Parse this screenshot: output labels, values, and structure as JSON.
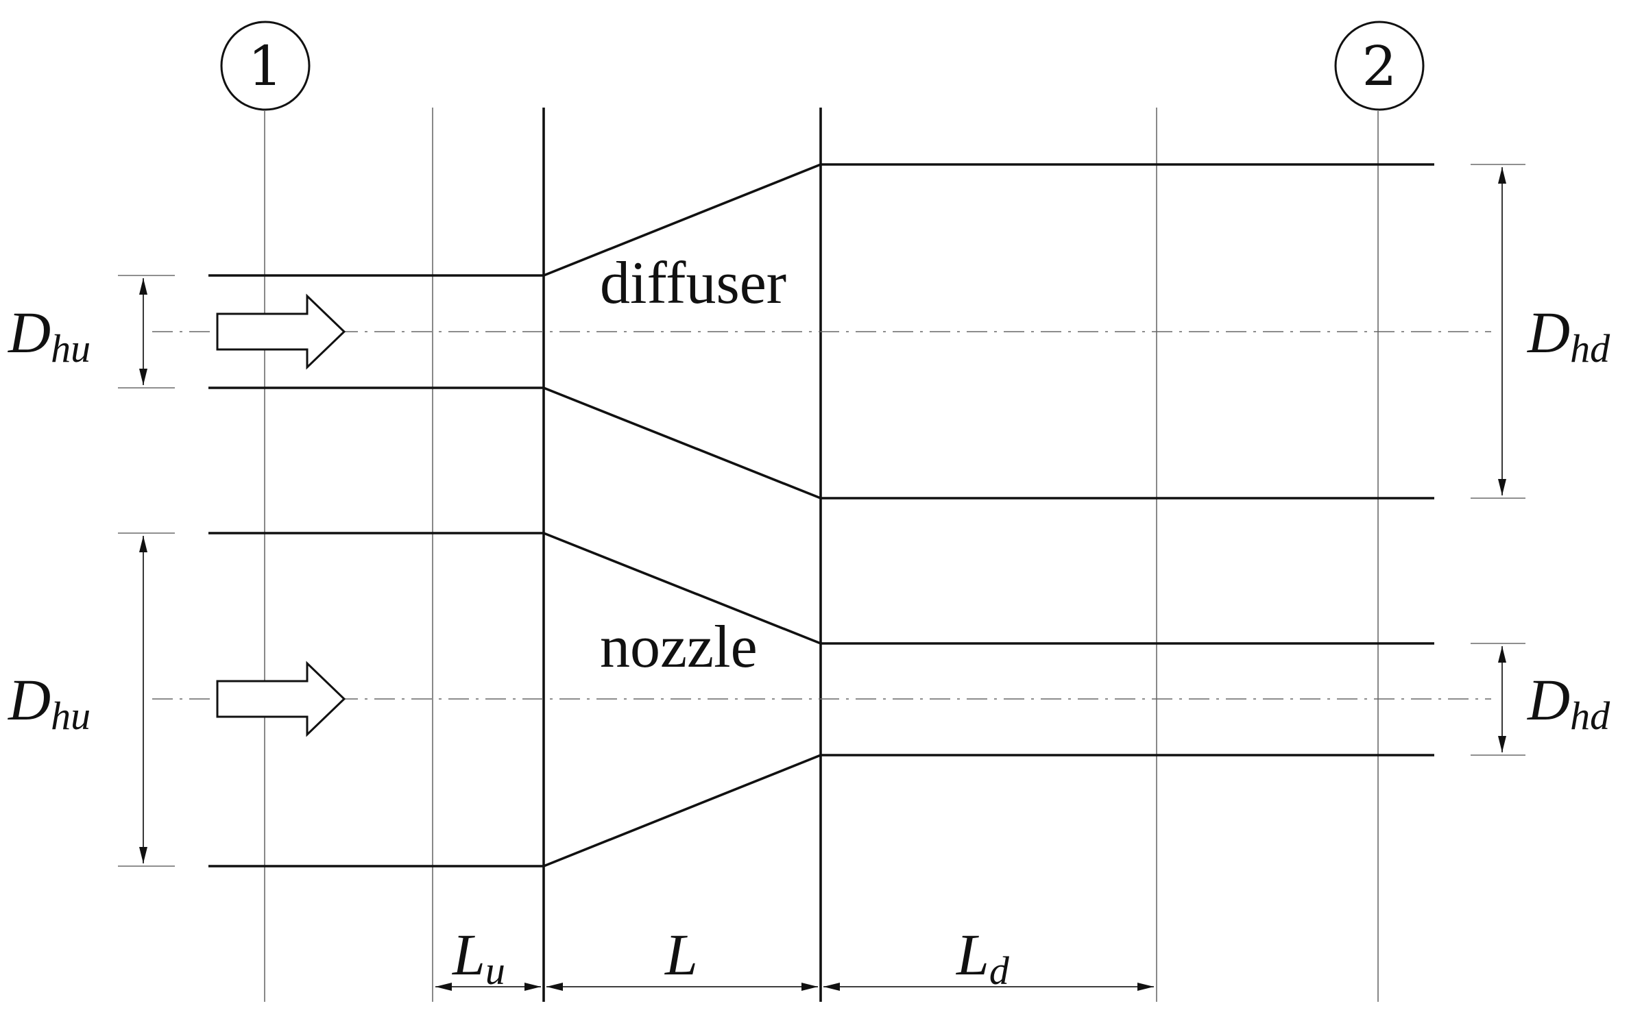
{
  "station_markers": {
    "inlet": "1",
    "outlet": "2"
  },
  "section_labels": {
    "diffuser": "diffuser",
    "nozzle": "nozzle"
  },
  "dimensions": {
    "dhu_top": {
      "main": "D",
      "sub": "hu"
    },
    "dhd_top": {
      "main": "D",
      "sub": "hd"
    },
    "dhu_bottom": {
      "main": "D",
      "sub": "hu"
    },
    "dhd_bottom": {
      "main": "D",
      "sub": "hd"
    },
    "lu": {
      "main": "L",
      "sub": "u"
    },
    "l": {
      "main": "L",
      "sub": ""
    },
    "ld": {
      "main": "L",
      "sub": "d"
    }
  }
}
